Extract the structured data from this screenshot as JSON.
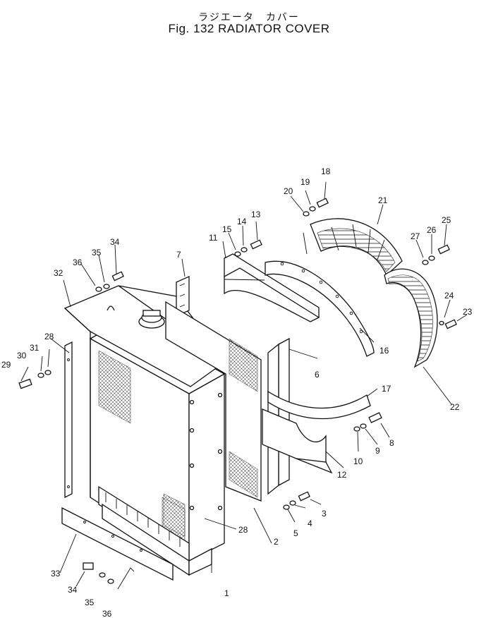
{
  "header": {
    "title_jp": "ラジエータ　カバー",
    "title_en": "Fig. 132   RADIATOR COVER"
  },
  "part_labels": [
    "1",
    "2",
    "3",
    "4",
    "5",
    "6",
    "7",
    "8",
    "9",
    "10",
    "11",
    "12",
    "13",
    "14",
    "15",
    "16",
    "17",
    "18",
    "19",
    "20",
    "21",
    "22",
    "23",
    "24",
    "25",
    "26",
    "27",
    "28",
    "28",
    "29",
    "30",
    "31",
    "32",
    "33",
    "34",
    "34",
    "35",
    "35",
    "36",
    "36"
  ]
}
